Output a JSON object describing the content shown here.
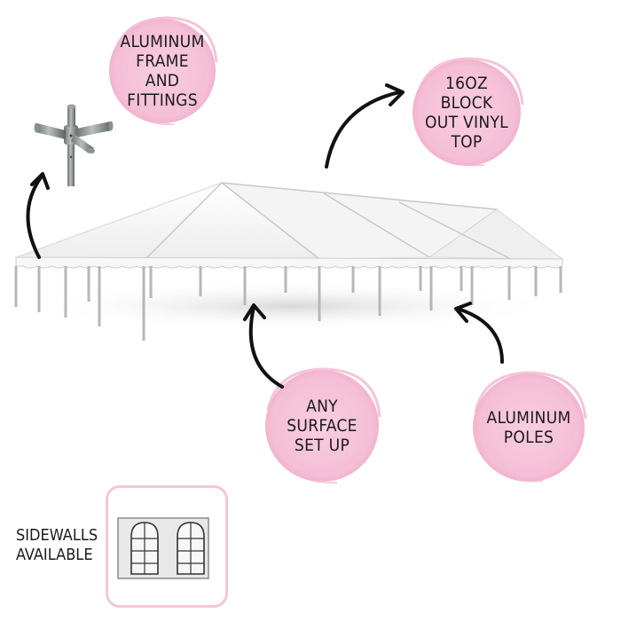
{
  "colors": {
    "bubble_pink": "#f6c3d9",
    "bubble_pink_dark": "#f0a9c8",
    "arrow": "#111111",
    "tent_roof": "#fbfbfb",
    "tent_shadow": "#e4e4e4"
  },
  "callouts": {
    "frame": "ALUMINUM\nFRAME AND\nFITTINGS",
    "vinyl": "16OZ BLOCK\nOUT VINYL\nTOP",
    "surface": "ANY\nSURFACE\nSET UP",
    "poles": "ALUMINUM\nPOLES"
  },
  "sidewalls": {
    "label": "SIDEWALLS\nAVAILABLE"
  },
  "icons": [
    "aluminum-fitting-icon",
    "frame-tent-icon",
    "curved-arrow-icon",
    "sidewall-window-icon"
  ]
}
